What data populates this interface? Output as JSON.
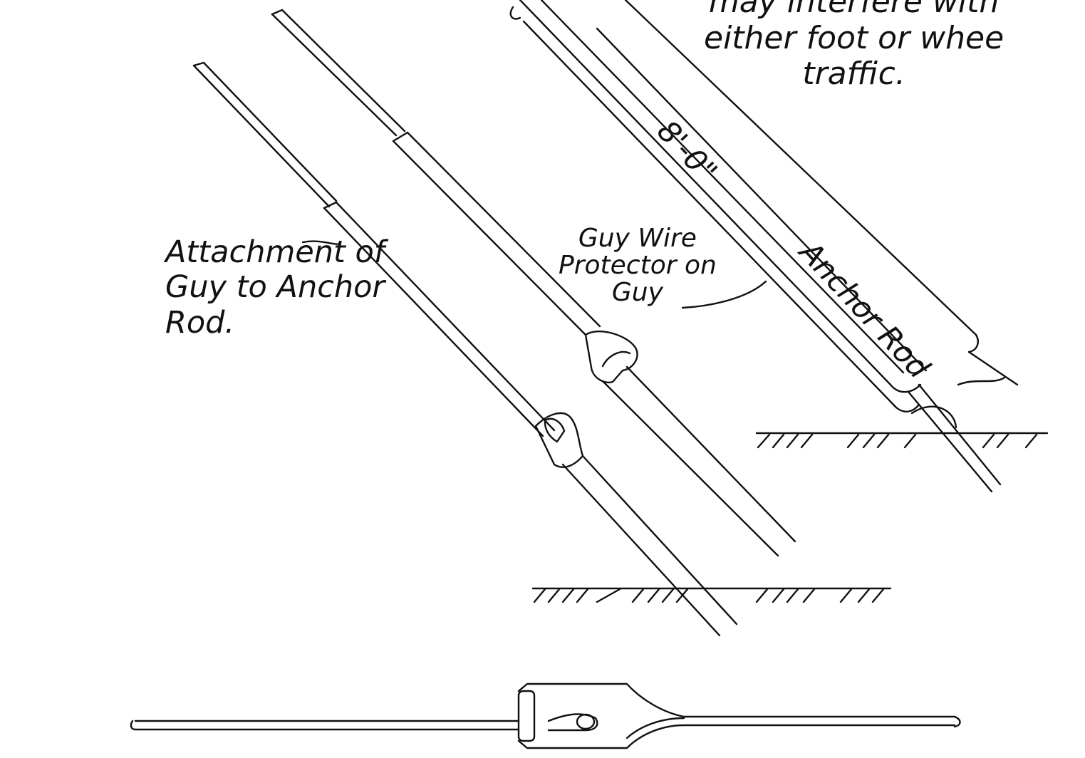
{
  "labels": {
    "note": "may interfere with\neither foot or whee\ntraffic.",
    "attachment": "Attachment of\nGuy to Anchor\nRod.",
    "protector": "Guy Wire\nProtector on\nGuy",
    "length": "8'-0\"",
    "anchor_rod": "Anchor Rod"
  },
  "colors": {
    "ink": "#111111",
    "paper": "#ffffff"
  }
}
